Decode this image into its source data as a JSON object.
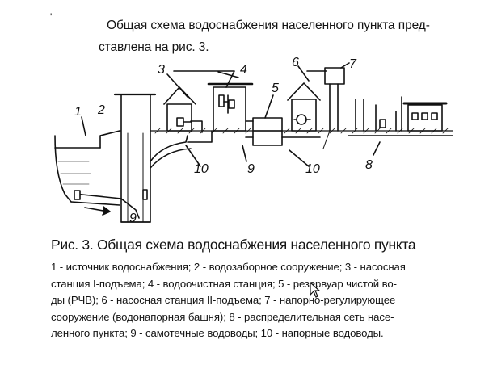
{
  "page": {
    "bullet": "'",
    "intro_lines": [
      "Общая схема водоснабжения населенного пункта пред-",
      "ставлена на рис. 3."
    ],
    "figure": {
      "labels": {
        "l1": "1",
        "l2": "2",
        "l3": "3",
        "l4": "4",
        "l5": "5",
        "l6": "6",
        "l7": "7",
        "l8": "8",
        "l9a": "9",
        "l9b": "9",
        "l10a": "10",
        "l10b": "10"
      }
    },
    "caption_title": "Рис. 3. Общая схема водоснабжения населенного пункта",
    "caption_lines": [
      "1 - источник водоснабжения; 2 - водозаборное сооружение; 3 - насосная",
      "станция I-подъема; 4 - водоочистная станция; 5 - резервуар чистой во-",
      "ды (РЧВ); 6 - насосная станция II-подъема; 7 - напорно-регулирующее",
      "сооружение (водонапорная башня); 8 - распределительная сеть насе-",
      "ленного пункта; 9 - самотечные водоводы; 10 - напорные водоводы."
    ]
  }
}
